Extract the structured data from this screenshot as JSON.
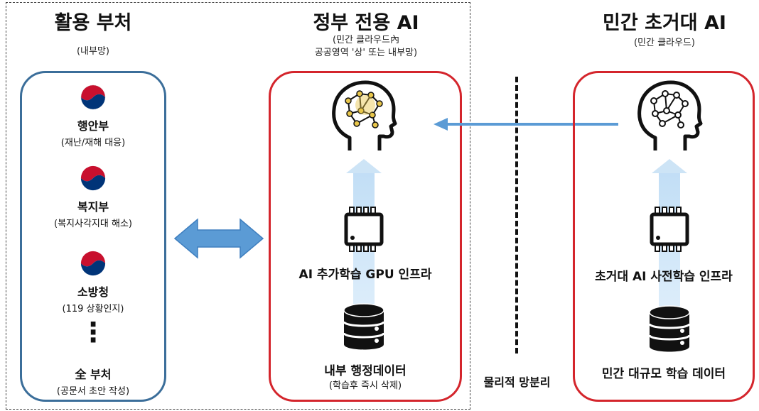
{
  "sections": {
    "left": {
      "title": "활용 부처",
      "subtitle": "(내부망)"
    },
    "middle": {
      "title": "정부 전용 AI",
      "subtitle_line1": "(민간 클라우드內",
      "subtitle_line2": "공공영역 '상' 또는 내부망)"
    },
    "right": {
      "title": "민간 초거대 AI",
      "subtitle": "(민간 클라우드)"
    }
  },
  "ministries": [
    {
      "name": "행안부",
      "desc": "(재난/재해 대응)"
    },
    {
      "name": "복지부",
      "desc": "(복지사각지대 해소)"
    },
    {
      "name": "소방청",
      "desc": "(119 상황인지)"
    }
  ],
  "ellipsis": "⋮",
  "all_ministries": {
    "name": "全 부처",
    "desc": "(공문서 초안 작성)"
  },
  "middle_panel": {
    "gpu_label": "AI 추가학습 GPU 인프라",
    "data_label": "내부 행정데이터",
    "data_note": "(학습후 즉시 삭제)"
  },
  "right_panel": {
    "gpu_label": "초거대 AI 사전학습 인프라",
    "data_label": "민간 대규모 학습 데이터"
  },
  "separator_label": "물리적 망분리",
  "colors": {
    "blue_border": "#3b6e9a",
    "red_border": "#d4252c",
    "arrow_blue": "#5b9bd5",
    "beam": "#d6e9f8",
    "brain_highlight": "#e8c64a"
  },
  "icons": [
    "government-emblem-icon",
    "ai-head-icon",
    "gpu-chip-icon",
    "database-icon",
    "double-arrow-icon"
  ]
}
